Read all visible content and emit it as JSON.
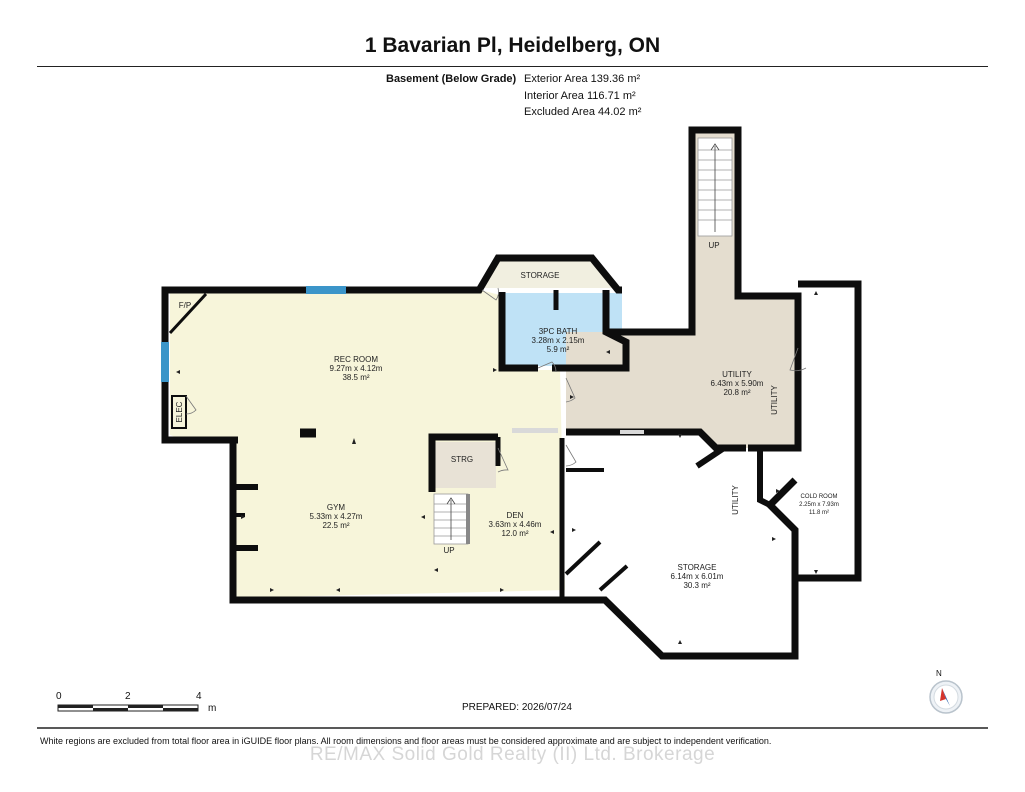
{
  "title": "1 Bavarian Pl, Heidelberg, ON",
  "floor": {
    "name": "Basement (Below Grade)",
    "exterior_area": "Exterior Area 139.36 m²",
    "interior_area": "Interior Area 116.71 m²",
    "excluded_area": "Excluded Area 44.02 m²"
  },
  "rooms": {
    "rec_room": {
      "name": "REC ROOM",
      "dims": "9.27m x 4.12m",
      "area": "38.5 m²"
    },
    "gym": {
      "name": "GYM",
      "dims": "5.33m x 4.27m",
      "area": "22.5 m²"
    },
    "den": {
      "name": "DEN",
      "dims": "3.63m x 4.46m",
      "area": "12.0 m²"
    },
    "bath": {
      "name": "3PC BATH",
      "dims": "3.28m x 2.15m",
      "area": "5.9 m²"
    },
    "utility": {
      "name": "UTILITY",
      "dims": "6.43m x 5.90m",
      "area": "20.8 m²"
    },
    "storage": {
      "name": "STORAGE",
      "dims": "6.14m x 6.01m",
      "area": "30.3 m²"
    },
    "cold_room": {
      "name": "COLD ROOM",
      "dims": "2.25m x 7.93m",
      "area": "11.8 m²"
    }
  },
  "labels": {
    "storage_top": "STORAGE",
    "strg": "STRG",
    "fp": "F/P",
    "elec": "ELEC",
    "utility_side_1": "UTILITY",
    "utility_side_2": "UTILITY",
    "up_1": "UP",
    "up_2": "UP"
  },
  "scale": {
    "ticks": [
      "0",
      "2",
      "4"
    ],
    "unit": "m"
  },
  "compass_label": "N",
  "prepared": "PREPARED: 2026/07/24",
  "disclaimer": "White regions are excluded from total floor area in iGUIDE floor plans. All room dimensions and floor areas must be considered approximate and are subject to independent verification.",
  "watermark": "RE/MAX Solid Gold Realty (II) Ltd. Brokerage",
  "colors": {
    "wall": "#0d0d0d",
    "main_floor": "#f7f5da",
    "bath": "#bfe2f6",
    "utility": "#e4ddcf",
    "strg": "#e8e2d6",
    "window": "#3b95c9",
    "excluded": "#ffffff"
  }
}
